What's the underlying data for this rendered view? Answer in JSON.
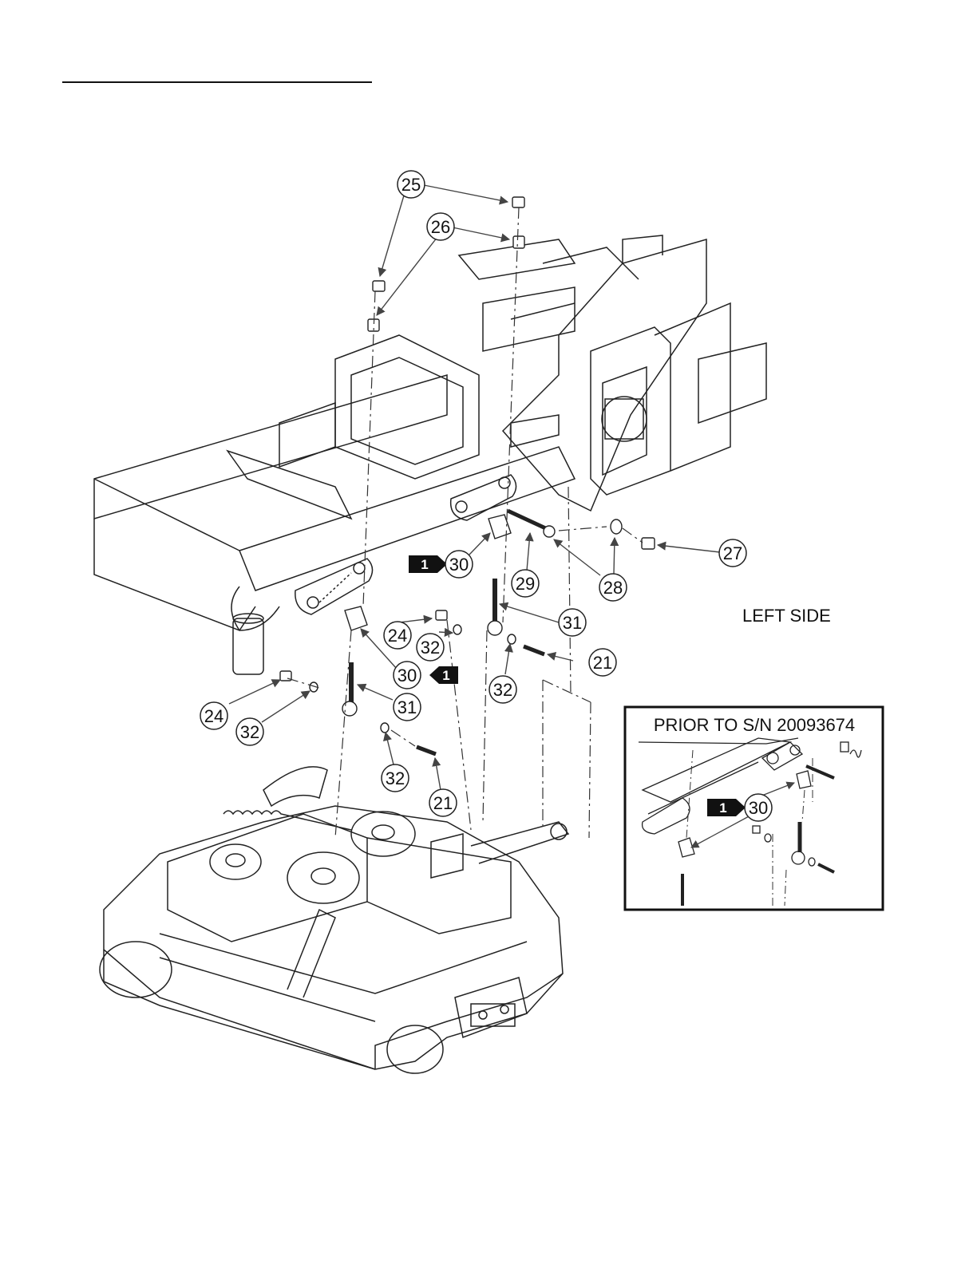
{
  "diagram": {
    "side_label": "LEFT SIDE",
    "inset_title": "PRIOR TO S/N 20093674",
    "tag_label": "1",
    "callouts": [
      "25",
      "26",
      "27",
      "28",
      "29",
      "30",
      "24",
      "32",
      "31",
      "21",
      "30",
      "24",
      "32",
      "31",
      "32",
      "21",
      "30"
    ]
  },
  "colors": {
    "line": "#111111",
    "tag_fill": "#111111",
    "background": "#ffffff"
  }
}
